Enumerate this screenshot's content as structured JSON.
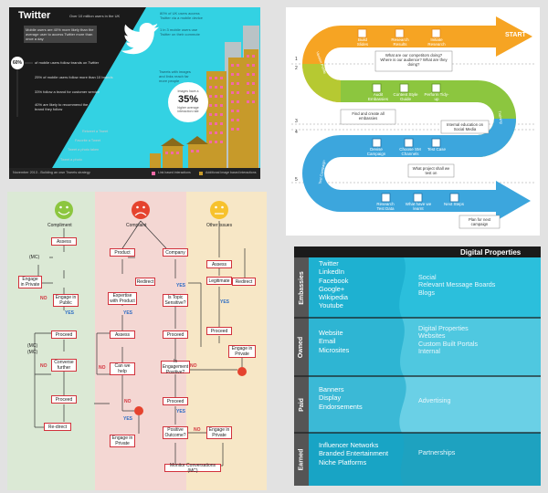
{
  "twitter": {
    "title": "Twitter",
    "subtitle": "Over 10 million users in the UK",
    "intro": "Mobile users are 40% more likely than the average user to access Twitter more than once a day",
    "stat_60": "60%",
    "stat_60_text": "of mobile users follow brands on Twitter",
    "stat_25": "25% of mobile users follow more than 10 brands",
    "stat_33": "33% follow a brand for customer service",
    "stat_40": "40% are likely to recommend the brand they follow",
    "top_stat": "80% of UK users access Twitter via a mobile device",
    "top_stat2": "1 in 3 mobile users use Twitter on their commute",
    "circle_line1": "Images have a",
    "circle_pct": "35%",
    "circle_line2": "higher average interaction rate",
    "mid_text": "Tweets with images and links reach far more people",
    "retweet_1": "Retweet a Tweet",
    "retweet_2": "Favorite a Tweet",
    "retweet_3": "Tweet a photo taken",
    "retweet_4": "Tweet a photo",
    "footer": "November 2013 - Building an own Tweets strategy",
    "legend_1": "Additional Image based interactions",
    "legend_2": "Link based interactions",
    "colors": {
      "cyan": "#33d2e3",
      "black": "#1a1a1a",
      "pink": "#f26aa6",
      "gold": "#c79a2a"
    }
  },
  "roadmap": {
    "start": "START",
    "row1": [
      "Build Slides",
      "Research Results",
      "Initiate Research"
    ],
    "row2": [
      "Audit Embassies",
      "Content Style Guide",
      "Perform Tidy-up"
    ],
    "row3": [
      "Devise Campaign",
      "Choose SM Channels",
      "Test Case"
    ],
    "row4": [
      "Research Test Data",
      "What have we learnt",
      "Next Steps"
    ],
    "q1": "What are our competitors doing? Where is our audience? What are they doing?",
    "q2": "Find and create all embassies",
    "q3": "Internal education on Social Media",
    "q4": "What project shall we test on",
    "q5": "Plan for next campaign",
    "phase_labels": [
      "Version Profile",
      "Training",
      "Test Campaign"
    ],
    "markers": [
      "1",
      "2",
      "3",
      "4",
      "5"
    ],
    "colors": {
      "orange": "#f6a423",
      "green": "#8cc63f",
      "blue": "#3ca6dd",
      "red": "#e5432e"
    }
  },
  "flowchart": {
    "headers": [
      "Compliment",
      "Complaint",
      "Other issues"
    ],
    "mc_labels": [
      "(MC)",
      "(MC)",
      "(MC)"
    ],
    "boxes": {
      "assess1": "Assess",
      "engage_private1": "Engage in Private",
      "engage_public": "Engage in Public",
      "proceed1": "Proceed",
      "converse": "Converse further",
      "proceed2": "Proceed",
      "redirect1": "Re-direct",
      "product": "Product",
      "redirect2": "Redirect",
      "expertise": "Expertise with Product",
      "assess2": "Assess",
      "can_help": "Can we help",
      "engage_private2": "Engage in Private",
      "company": "Company",
      "topic_sensitive": "Is Topic Sensitive?",
      "proceed3": "Proceed",
      "engagement_positive": "Is Engagement Positive?",
      "proceed4": "Proceed",
      "positive_outcome": "Positive Outcome?",
      "engage_private3": "Engage in Private",
      "monitor": "Monitor Conversations (MC)",
      "assess3": "Assess",
      "legitimate": "Legitimate",
      "redirect3": "Redirect",
      "proceed5": "Proceed",
      "engage_private4": "Engage in Private"
    },
    "yes": "YES",
    "no": "NO",
    "colors": {
      "green": "#8cc63f",
      "red": "#e5432e",
      "yellow": "#f7c22d"
    }
  },
  "digital": {
    "title": "Digital Properties",
    "rows": [
      {
        "label": "Embassies",
        "left": [
          "Twitter",
          "LinkedIn",
          "Facebook",
          "Google+",
          "Wikipedia",
          "Youtube"
        ],
        "right": [
          "Social",
          "Relevant Message Boards",
          "Blogs"
        ]
      },
      {
        "label": "Owned",
        "left": [
          "Website",
          "Email",
          "Microsites"
        ],
        "right": [
          "Digital Properties",
          "Websites",
          "Custom Built Portals",
          "Internal"
        ]
      },
      {
        "label": "Paid",
        "left": [
          "Banners",
          "Display",
          "Endorsements"
        ],
        "right": [
          "Advertising"
        ]
      },
      {
        "label": "Earned",
        "left": [
          "Influencer Networks",
          "Branded Entertainment",
          "Niche Platforms"
        ],
        "right": [
          "Partnerships"
        ]
      }
    ],
    "colors": {
      "r1": "#2bbfdc",
      "r2": "#4fc8e0",
      "r3": "#6ad0e6",
      "r4": "#1ea2c0"
    }
  }
}
